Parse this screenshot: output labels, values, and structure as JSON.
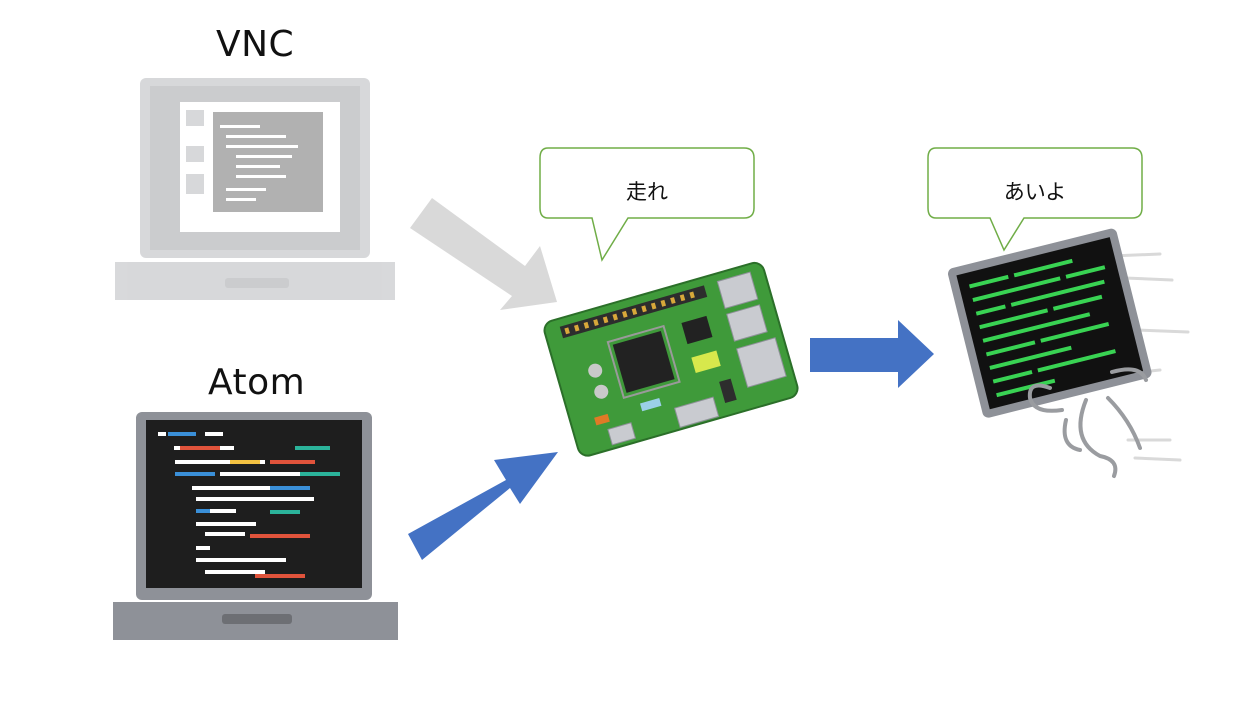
{
  "diagram": {
    "vnc_label": "VNC",
    "atom_label": "Atom",
    "bubble_left": "走れ",
    "bubble_right": "あいよ"
  },
  "colors": {
    "arrow_blue": "#4472c4",
    "arrow_gray": "#d9d9d9",
    "bubble_border": "#70ad47",
    "board_green": "#3f9a3a",
    "terminal_text": "#39d353",
    "laptop_gray": "#8e9198"
  },
  "icons": {
    "vnc_laptop": "laptop-icon-faded",
    "atom_laptop": "laptop-code-icon",
    "board": "raspberry-pi-board-icon",
    "terminal": "running-terminal-icon"
  }
}
